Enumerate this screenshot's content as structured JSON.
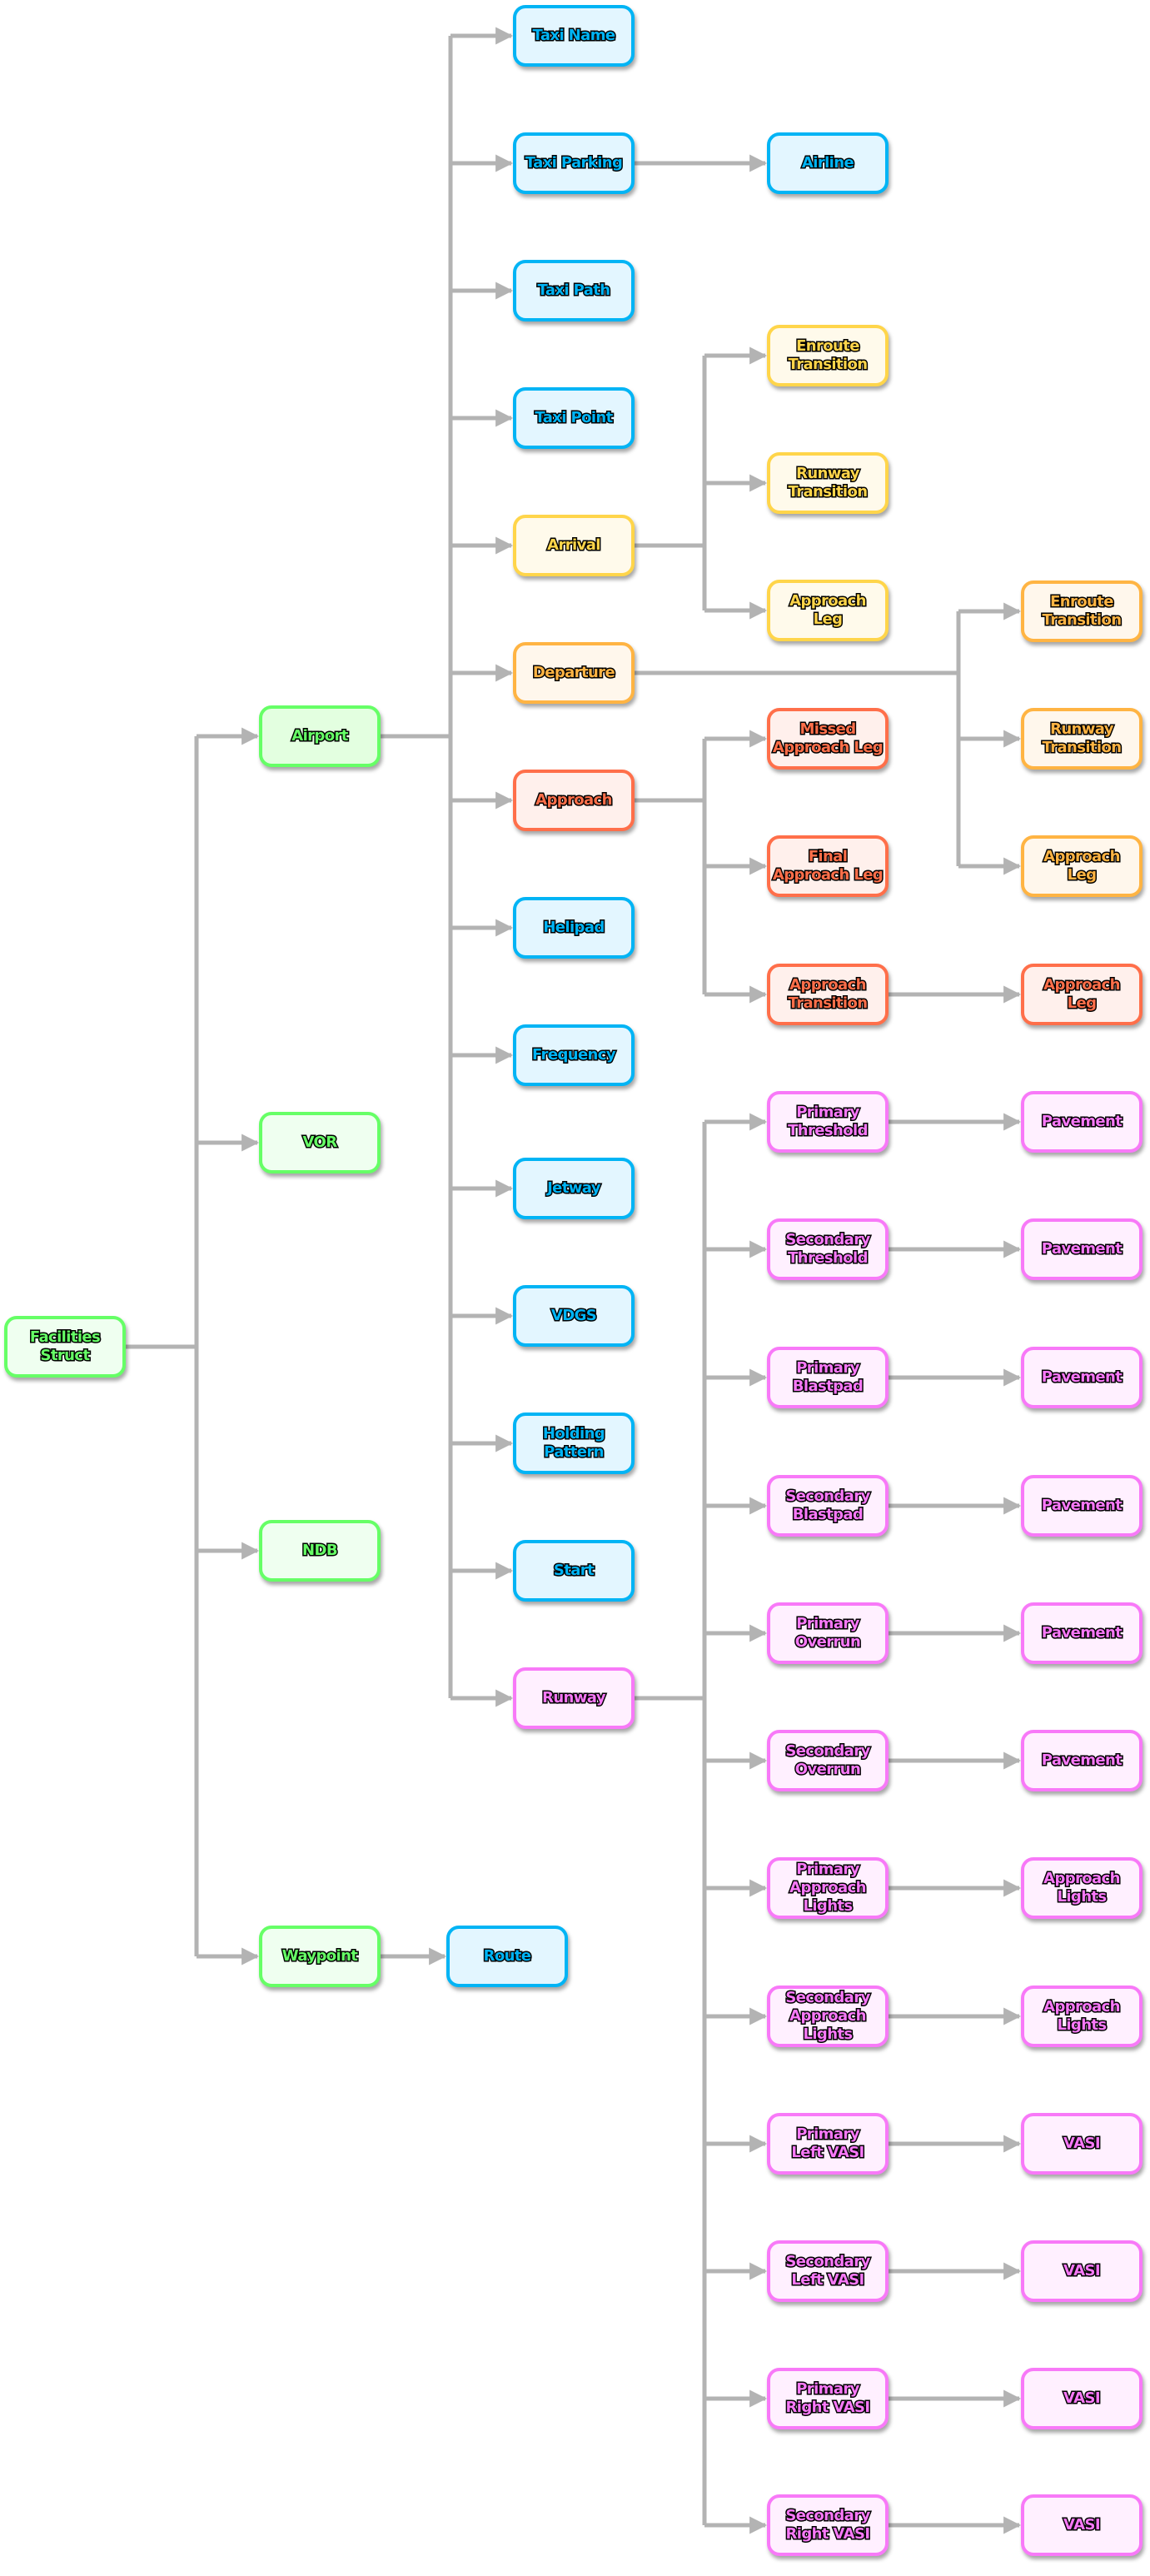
{
  "title": "Facilities Struct",
  "colors": {
    "edge": "#b3b3b3",
    "green": "#66ff66",
    "blue": "#00b4f5",
    "yellow": "#ffd54a",
    "orange": "#ffb443",
    "red": "#ff6f4a",
    "pink": "#f879f8"
  },
  "nodes": {
    "root": "Facilities\nStruct",
    "airport": "Airport",
    "vor": "VOR",
    "ndb": "NDB",
    "waypoint": "Waypoint",
    "route": "Route",
    "taxi_name": "Taxi Name",
    "taxi_parking": "Taxi Parking",
    "airline": "Airline",
    "taxi_path": "Taxi Path",
    "taxi_point": "Taxi Point",
    "arrival": "Arrival",
    "arr_enroute": "Enroute\nTransition",
    "arr_runway": "Runway\nTransition",
    "arr_leg": "Approach\nLeg",
    "departure": "Departure",
    "dep_enroute": "Enroute\nTransition",
    "dep_runway": "Runway\nTransition",
    "dep_leg": "Approach\nLeg",
    "approach": "Approach",
    "missed_leg": "Missed\nApproach Leg",
    "final_leg": "Final\nApproach Leg",
    "app_transition": "Approach\nTransition",
    "app_trans_leg": "Approach\nLeg",
    "helipad": "Helipad",
    "frequency": "Frequency",
    "jetway": "Jetway",
    "vdgs": "VDGS",
    "holding": "Holding\nPattern",
    "start": "Start",
    "runway": "Runway",
    "runway_children": [
      {
        "label": "Primary\nThreshold",
        "child": "Pavement"
      },
      {
        "label": "Secondary\nThreshold",
        "child": "Pavement"
      },
      {
        "label": "Primary\nBlastpad",
        "child": "Pavement"
      },
      {
        "label": "Secondary\nBlastpad",
        "child": "Pavement"
      },
      {
        "label": "Primary\nOverrun",
        "child": "Pavement"
      },
      {
        "label": "Secondary\nOverrun",
        "child": "Pavement"
      },
      {
        "label": "Primary\nApproach Lights",
        "child": "Approach\nLights"
      },
      {
        "label": "Secondary\nApproach Lights",
        "child": "Approach\nLights"
      },
      {
        "label": "Primary\nLeft VASI",
        "child": "VASI"
      },
      {
        "label": "Secondary\nLeft VASI",
        "child": "VASI"
      },
      {
        "label": "Primary\nRight VASI",
        "child": "VASI"
      },
      {
        "label": "Secondary\nRight VASI",
        "child": "VASI"
      }
    ]
  }
}
